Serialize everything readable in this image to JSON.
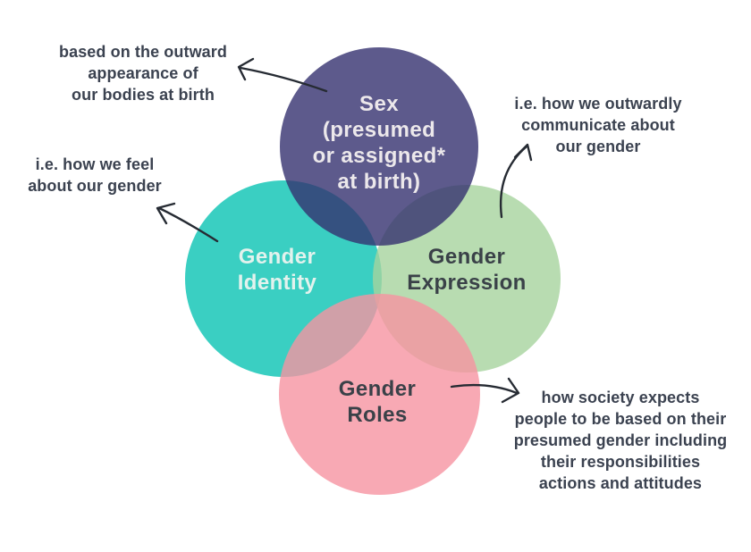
{
  "figure": {
    "type": "venn-diagram",
    "background": "#FFFFFF"
  },
  "circles": {
    "sex": {
      "lines": [
        "Sex",
        "(presumed",
        "or assigned*",
        "at birth)"
      ],
      "fill": "#5D5A8C",
      "text_color": "#ECE8EB"
    },
    "identity": {
      "lines": [
        "Gender",
        "Identity"
      ],
      "fill": "#3ACFC2",
      "text_color": "#E3F2ED"
    },
    "expression": {
      "lines": [
        "Gender",
        "Expression"
      ],
      "fill": "#B8DCB1",
      "text_color": "#3A4148"
    },
    "roles": {
      "lines": [
        "Gender",
        "Roles"
      ],
      "fill": "#F8A9B4",
      "text_color": "#3A4148"
    }
  },
  "annotations": {
    "sex_note": {
      "lines": [
        "based on the outward",
        "appearance of",
        "our bodies at birth"
      ]
    },
    "identity_note": {
      "lines": [
        "i.e. how we feel",
        "about our gender"
      ]
    },
    "expression_note": {
      "lines": [
        "i.e. how we outwardly",
        "communicate about",
        "our gender"
      ]
    },
    "roles_note": {
      "lines": [
        "how society expects",
        "people to be based on their",
        "presumed gender including",
        "their responsibilities",
        "actions and attitudes"
      ]
    }
  },
  "colors": {
    "annotation_text": "#3B4250",
    "arrow": "#262B33",
    "overlap_teal_purple": "#36568B",
    "overlap_teal_green": "#90D2A5",
    "overlap_purple_green": "#565684",
    "overlap_teal_pink": "#C9A4AE",
    "overlap_green_pink": "#E9A3A6"
  }
}
